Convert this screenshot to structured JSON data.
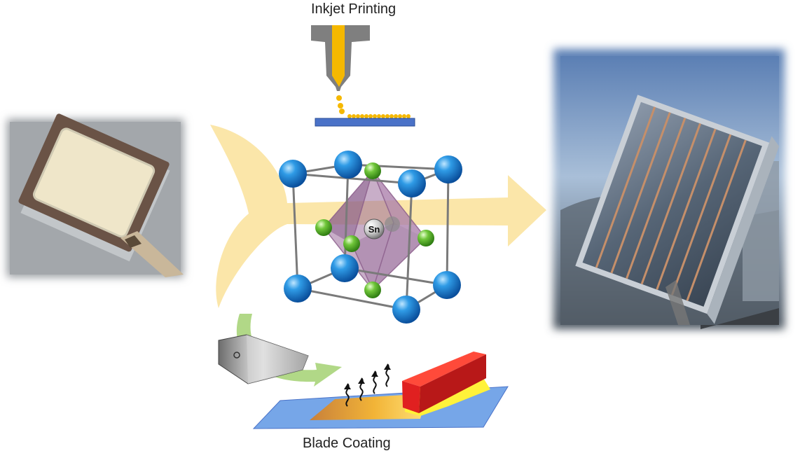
{
  "labels": {
    "inkjet": "Inkjet Printing",
    "blade": "Blade Coating",
    "center_atom": "Sn"
  },
  "photos": {
    "left": "small-area-solar-cell-photo",
    "right": "solar-module-outdoor-photo"
  },
  "icons": [
    "inkjet-nozzle-icon",
    "blade-coater-icon",
    "perovskite-crystal-icon",
    "process-arrow-icon"
  ],
  "colors": {
    "arrow": "#fbe3a0",
    "ink": "#f5b800",
    "substrate": "#4a72c8",
    "a_site": "#2f86d6",
    "x_site": "#66c23a",
    "octahedron": "#9b6b9b",
    "blade": "#e02020",
    "green_arrow": "#a9d47a"
  }
}
